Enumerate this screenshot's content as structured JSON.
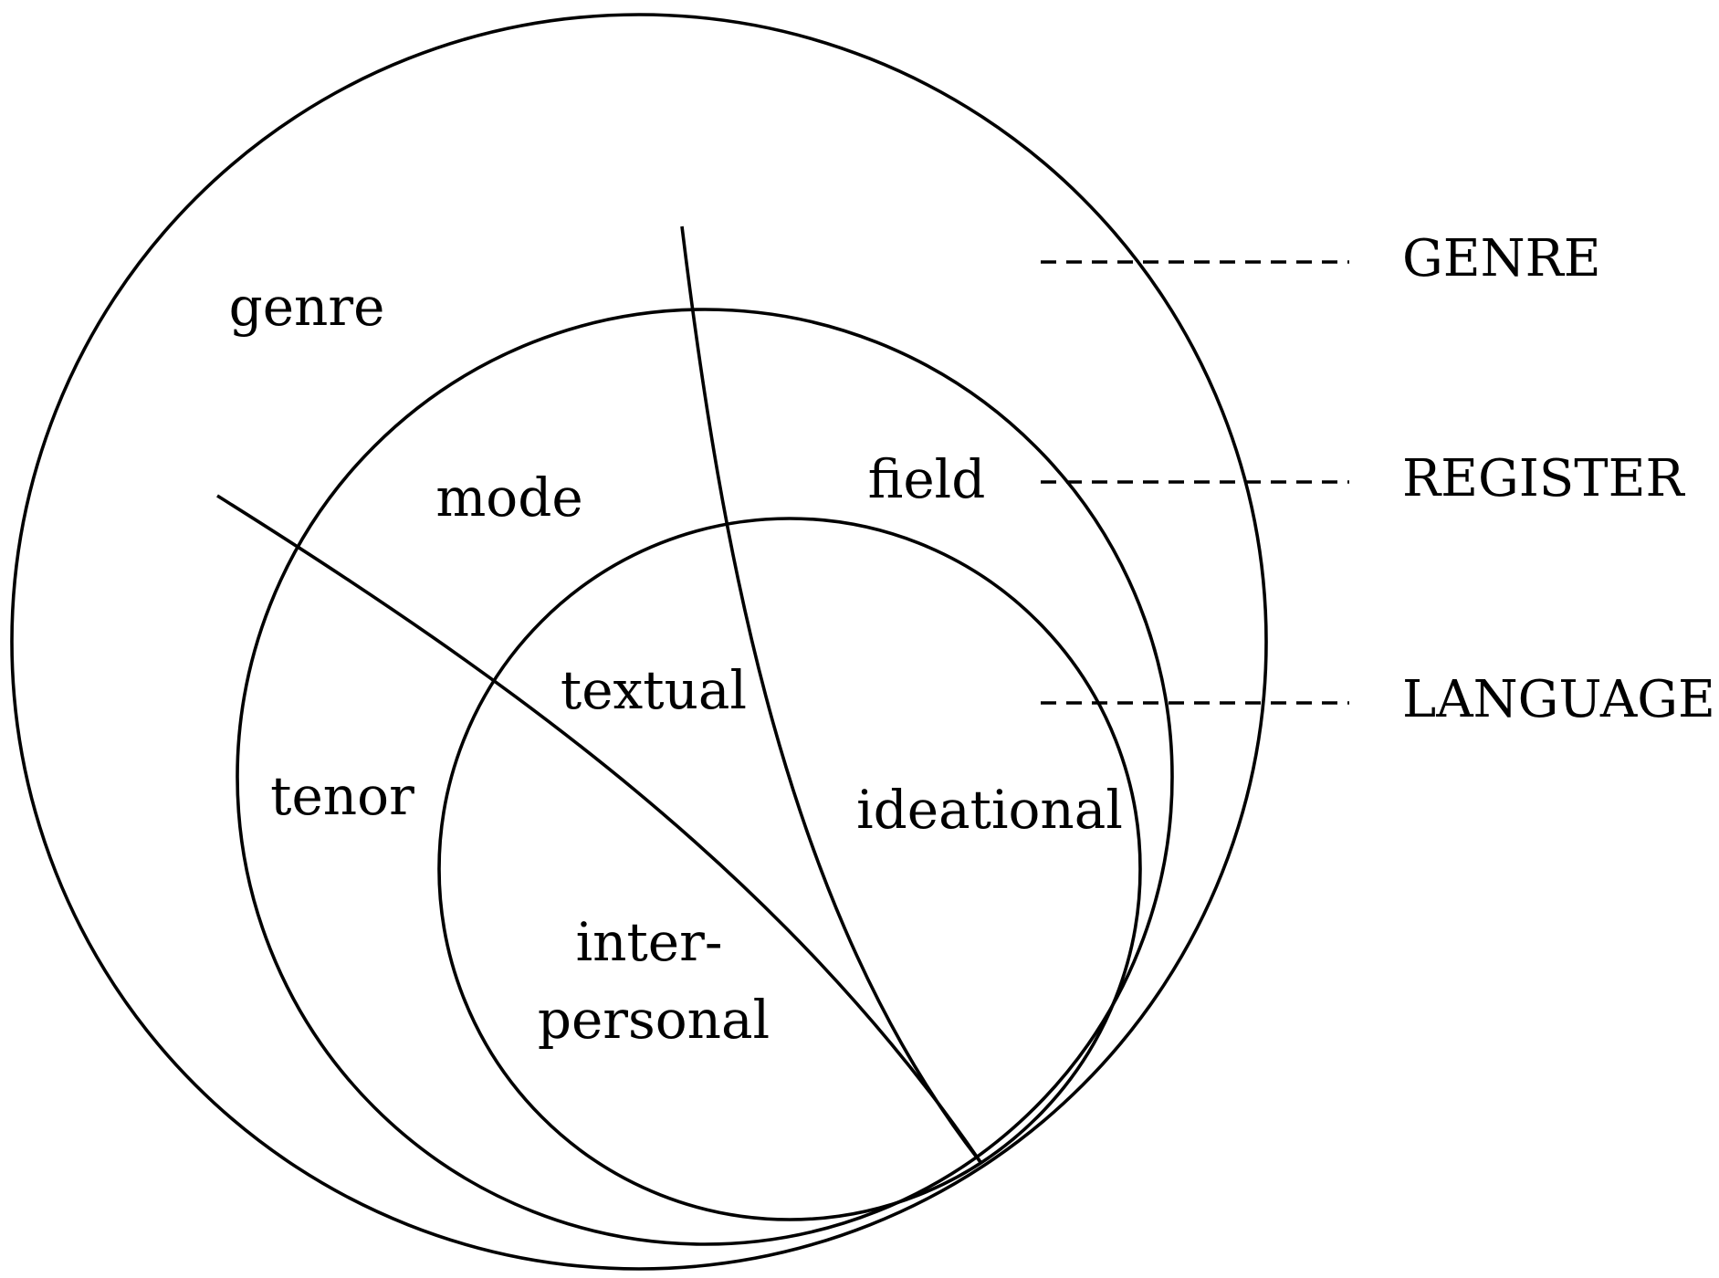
{
  "regions": {
    "genre": "genre",
    "mode": "mode",
    "field": "field",
    "tenor": "tenor",
    "textual": "textual",
    "ideational": "ideational",
    "interpersonal_line1": "inter-",
    "interpersonal_line2": "personal"
  },
  "levels": {
    "genre": "GENRE",
    "register": "REGISTER",
    "language": "LANGUAGE"
  },
  "colors": {
    "stroke": "#000000",
    "background": "#ffffff"
  }
}
